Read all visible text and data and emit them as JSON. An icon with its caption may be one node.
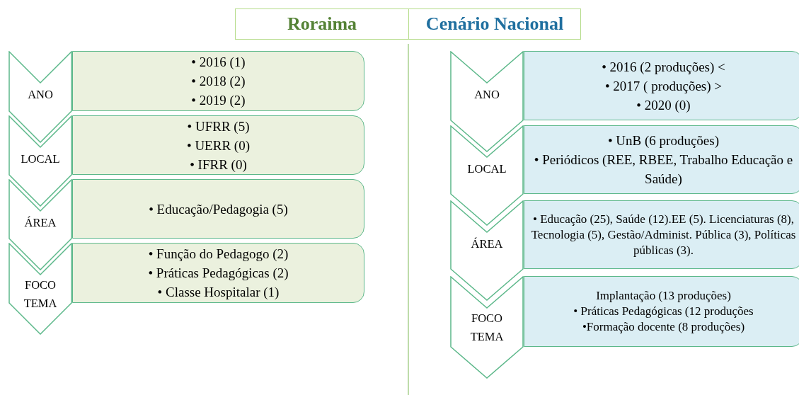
{
  "diagram": {
    "nodes": [
      {
        "text": [
          "Roraima"
        ]
      },
      {
        "text": [
          "Cenário Nacional"
        ]
      },
      {
        "text": [
          "ANO"
        ]
      },
      {
        "text": [
          "• 2016 (1)",
          "• 2018 (2)",
          "• 2019 (2)"
        ]
      },
      {
        "text": [
          "LOCAL"
        ]
      },
      {
        "text": [
          "• UFRR (5)",
          "• UERR (0)",
          "• IFRR (0)"
        ]
      },
      {
        "text": [
          "ÁREA"
        ]
      },
      {
        "text": [
          "• Educação/Pedagogia (5)"
        ]
      },
      {
        "text": [
          "FOCO TEMA"
        ]
      },
      {
        "text": [
          "• Função do Pedagogo (2)",
          "• Práticas Pedagógicas (2)",
          "• Classe Hospitalar (1)"
        ]
      },
      {
        "text": [
          "ANO"
        ]
      },
      {
        "text": [
          "• 2016 (2 produções) <",
          "• 2017 ( produções) >",
          "• 2020 (0)"
        ]
      },
      {
        "text": [
          "LOCAL"
        ]
      },
      {
        "text": [
          "• UnB (6 produções)",
          "• Periódicos  (REE, RBEE, Trabalho Educação e Saúde)"
        ]
      },
      {
        "text": [
          "ÁREA"
        ]
      },
      {
        "text": [
          "• Educação (25), Saúde (12).EE (5). Licenciaturas (8), Tecnologia (5), Gestão/Administ. Pública (3), Políticas públicas (3)."
        ]
      },
      {
        "text": [
          "FOCO TEMA"
        ]
      },
      {
        "text": [
          "Implantação (13 produções)",
          "• Práticas Pedagógicas (12 produções",
          "•Formação docente (8 produções)"
        ]
      }
    ]
  }
}
